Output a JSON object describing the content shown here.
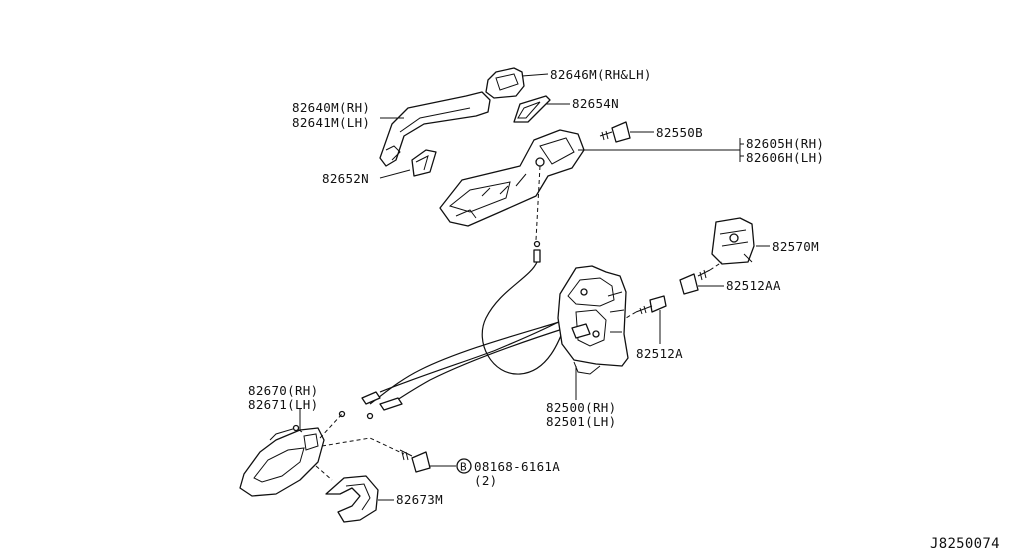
{
  "diagram_id": "J8250074",
  "callouts": {
    "c82646m": "82646M(RH&LH)",
    "c82654n": "82654N",
    "c82640m": "82640M(RH)",
    "c82641m": "82641M(LH)",
    "c82652n": "82652N",
    "c82550b": "82550B",
    "c82605h": "82605H(RH)",
    "c82606h": "82606H(LH)",
    "c82570m": "82570M",
    "c82512aa": "82512AA",
    "c82512a": "82512A",
    "c82500": "82500(RH)",
    "c82501": "82501(LH)",
    "c82670": "82670(RH)",
    "c82671": "82671(LH)",
    "c08168": "08168-6161A",
    "c08168_qty": "(2)",
    "c08168_mark": "B",
    "c82673m": "82673M"
  }
}
